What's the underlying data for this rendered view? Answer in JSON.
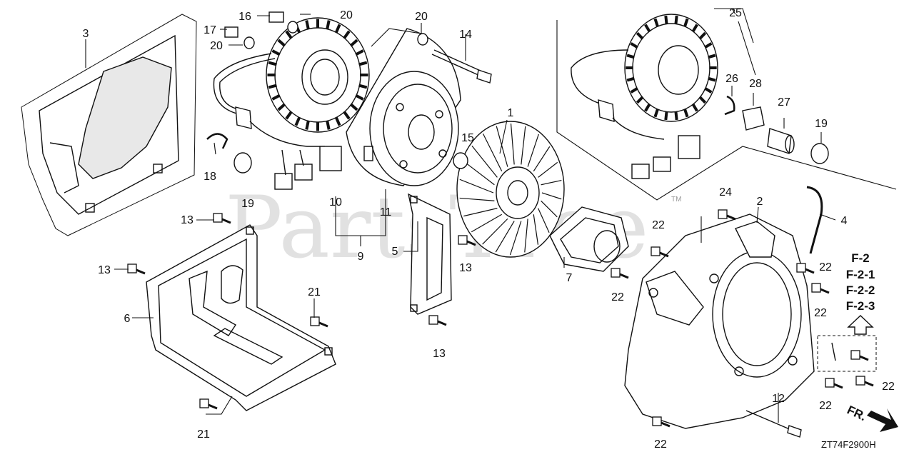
{
  "watermark": "PartsTree",
  "callouts": {
    "c1": "1",
    "c2": "2",
    "c3": "3",
    "c4": "4",
    "c5": "5",
    "c6": "6",
    "c7": "7",
    "c9": "9",
    "c10": "10",
    "c11": "11",
    "c12": "12",
    "c13a": "13",
    "c13b": "13",
    "c13c": "13",
    "c13d": "13",
    "c14": "14",
    "c15": "15",
    "c16": "16",
    "c17": "17",
    "c18": "18",
    "c19a": "19",
    "c19b": "19",
    "c20a": "20",
    "c20b": "20",
    "c20c": "20",
    "c21a": "21",
    "c21b": "21",
    "c22a": "22",
    "c22b": "22",
    "c22c": "22",
    "c22d": "22",
    "c22e": "22",
    "c22f": "22",
    "c22g": "22",
    "c24": "24",
    "c25": "25",
    "c26": "26",
    "c27": "27",
    "c28": "28"
  },
  "references": [
    "F-2",
    "F-2-1",
    "F-2-2",
    "F-2-3"
  ],
  "direction_label": "FR.",
  "diagram_code": "ZT74F2900H",
  "trademark": "TM"
}
